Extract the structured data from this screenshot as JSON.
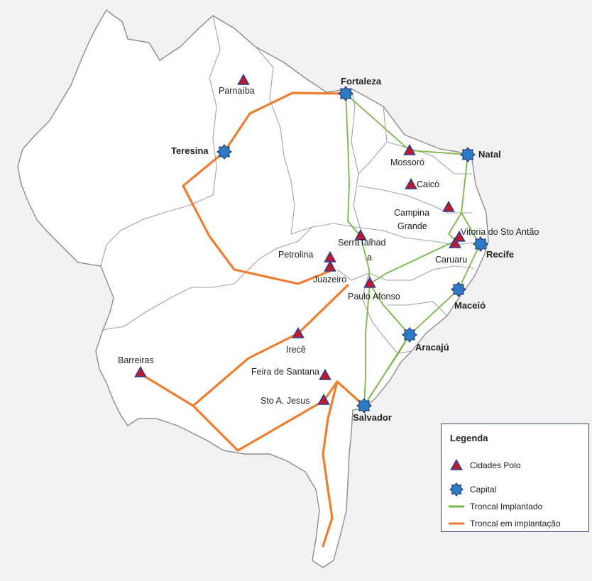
{
  "colors": {
    "implantado": "#7ab648",
    "implantacao": "#ed7d31",
    "polo_fill": "#c0192b",
    "polo_stroke": "#2f3e8f",
    "capital_fill": "#2e7bc4",
    "capital_stroke": "#1f3d7a",
    "border": "#9a9a9a"
  },
  "capitals": {
    "fortaleza": "Fortaleza",
    "teresina": "Teresina",
    "natal": "Natal",
    "recife": "Recife",
    "maceio": "Maceió",
    "aracaju": "Aracajú",
    "salvador": "Salvador"
  },
  "polos": {
    "parnaiba": "Parnaíba",
    "mossoro": "Mossoró",
    "caico": "Caicó",
    "campina_1": "Campina",
    "campina_2": "Grande",
    "vitoria": "Vitoria do Sto Antão",
    "caruaru": "Caruaru",
    "serra_1": "SerraTalhad",
    "serra_2": "a",
    "petrolina": "Petrolina",
    "juazeiro": "Juazeiro",
    "paulo_afonso": "Paulo Afonso",
    "irece": "Irecê",
    "barreiras": "Barreiras",
    "feira": "Feira de Santana",
    "sto_amaro": "Sto A. Jesus"
  },
  "legend": {
    "title": "Legenda",
    "polo": "Cidades Polo",
    "capital": "Capital",
    "implantado": "Troncal Implantado",
    "implantacao": "Troncal em implantação"
  }
}
